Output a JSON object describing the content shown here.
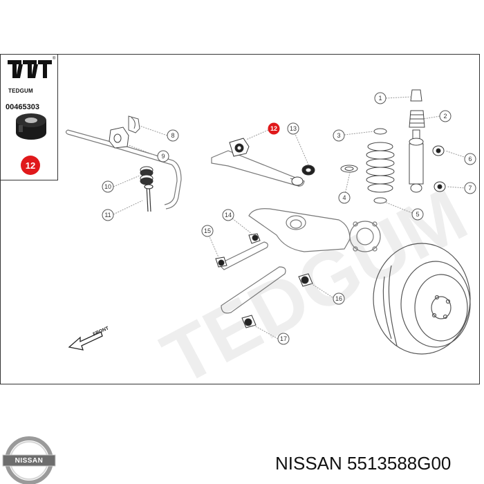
{
  "legend": {
    "brand": "TEDGUM",
    "registered": "®",
    "code": "00465303",
    "part_number": "12",
    "highlight_color": "#e0191b"
  },
  "diagram": {
    "watermark": "TEDGUM",
    "front_label": "FRONT",
    "callouts": [
      "1",
      "2",
      "3",
      "4",
      "5",
      "6",
      "7",
      "8",
      "9",
      "10",
      "11",
      "12",
      "13",
      "14",
      "15",
      "16",
      "17"
    ]
  },
  "footer": {
    "logo_word": "NISSAN",
    "label": "NISSAN 5513588G00"
  }
}
